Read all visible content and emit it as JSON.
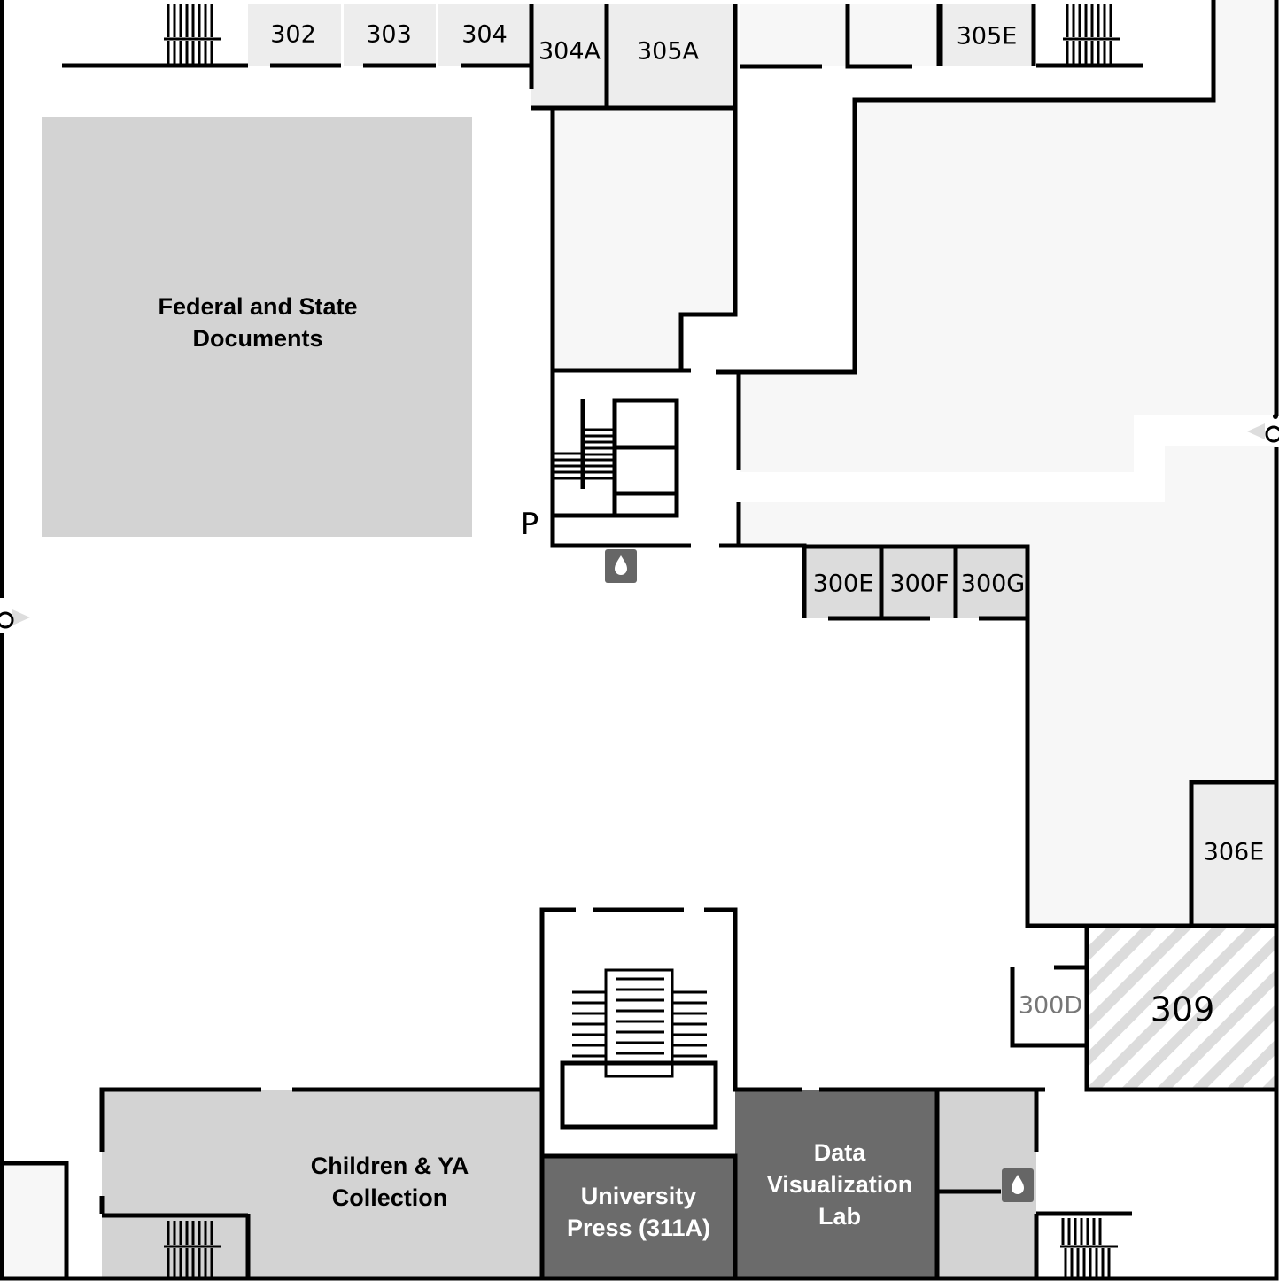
{
  "title": "Floor 3 map",
  "rooms": {
    "r302": "302",
    "r303": "303",
    "r304": "304",
    "r304a": "304A",
    "r305a": "305A",
    "r305e": "305E",
    "r300e": "300E",
    "r300f": "300F",
    "r300g": "300G",
    "r306e": "306E",
    "r300d": "300D",
    "r309": "309",
    "federal_line1": "Federal and State",
    "federal_line2": "Documents",
    "children_line1": "Children & YA",
    "children_line2": "Collection",
    "press_line1": "University",
    "press_line2": "Press (311A)",
    "dataviz_line1": "Data",
    "dataviz_line2": "Visualization",
    "dataviz_line3": "Lab"
  },
  "markers": {
    "parking_label": "P"
  },
  "icons": [
    "stairs-icon",
    "elevator-icon",
    "water-fountain-icon",
    "wheelchair-accessible-icon",
    "escalator-icon"
  ],
  "colors": {
    "dark_room": "#6b6b6b",
    "mid_room": "#d3d3d3",
    "light_room": "#ededed",
    "corridor": "#f7f7f7",
    "hatch": "#dcdcdc"
  }
}
